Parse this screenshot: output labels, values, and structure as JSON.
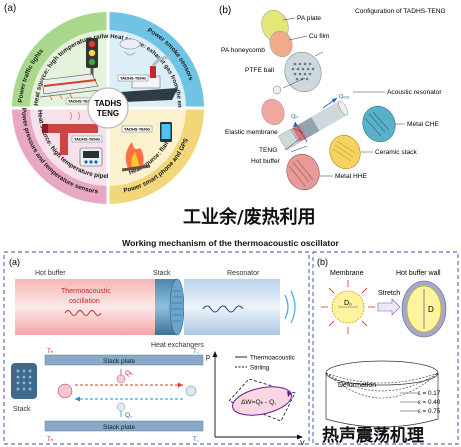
{
  "panel_a": {
    "label": "(a)",
    "center_line1": "TADHS",
    "center_line2": "TENG",
    "teng_tag": "TADHS-TENG",
    "q1_heat": "Heat source: high temperature railway",
    "q1_power": "Power traffic lights",
    "q2_heat": "Heat source: exhaust gas from the engine",
    "q2_power": "Power smoke sensors",
    "q3_heat": "Heat source: high temperature pipeline",
    "q3_power": "Power pressure and temperature sensors",
    "q4_heat": "Heat source: flame",
    "q4_power": "Power smart phone and GPS"
  },
  "panel_b": {
    "label": "(b)",
    "title": "Configuration of TADHS-TENG",
    "pa_plate": "PA plate",
    "cu_film": "Cu film",
    "pa_honeycomb": "PA honeycomb",
    "ptfe_ball": "PTFE ball",
    "q_in": "Qᵢₙ",
    "q_out": "Qₒᵤₜ",
    "acoustic_resonator": "Acoustic resonator",
    "teng": "TENG",
    "elastic_membrane": "Elastic membrane",
    "hot_buffer": "Hot buffer",
    "metal_che": "Metal CHE",
    "ceramic_stack": "Ceramic stack",
    "metal_hhe": "Metal HHE"
  },
  "chinese_top": "工业余/废热利用",
  "bottom_title": "Working mechanism of the thermoacoustic oscillator",
  "panel_ba": {
    "label": "(a)",
    "hot_buffer": "Hot buffer",
    "stack": "Stack",
    "resonator": "Resonator",
    "thermo_osc_1": "Thermoacoustic",
    "thermo_osc_2": "oscillation",
    "heat_exchangers": "Heat exchangers",
    "stack_plate_top": "Stack plate",
    "stack_plate_bottom": "Stack plate",
    "stack_label": "Stack",
    "th": "Tₕ",
    "tc": "T꜀",
    "qh": "Qₕ",
    "qc": "Q꜀",
    "p_axis": "p",
    "v_axis": "V",
    "legend_solid": "Thermoacoustic",
    "legend_dashed": "Stirling",
    "work_eq": "ΔW=Qₕ - Q꜀"
  },
  "panel_bb": {
    "label": "(b)",
    "membrane": "Membrane",
    "hot_buffer_wall": "Hot buffer wall",
    "stretch": "Stretch",
    "d0": "D₀",
    "d": "D",
    "deformation": "Deformation",
    "eps1": "ε = 0.17",
    "eps2": "ε = 0.40",
    "eps3": "ε = 0.75"
  },
  "chinese_bottom": "热声震荡机理"
}
